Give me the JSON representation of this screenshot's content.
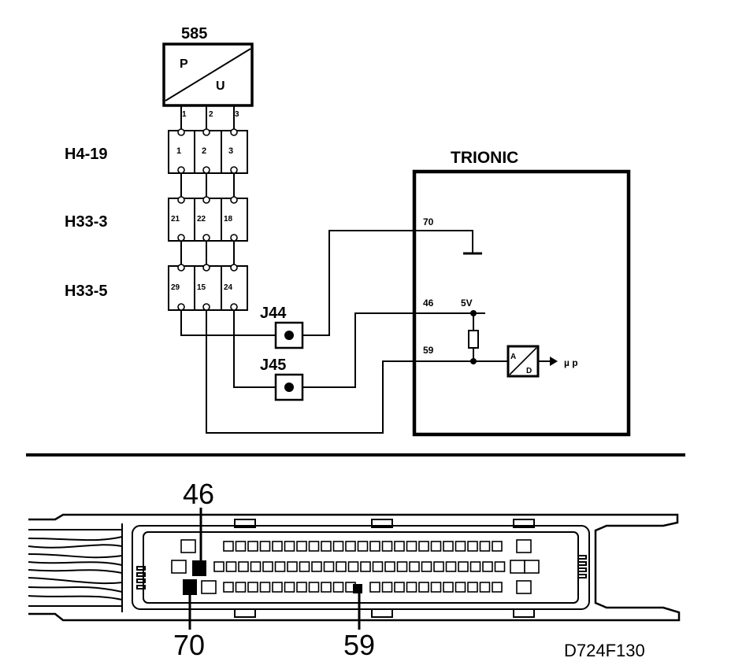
{
  "sensor": {
    "id": "585",
    "in": "P",
    "out": "U",
    "pins": [
      "1",
      "2",
      "3"
    ]
  },
  "connectors": [
    {
      "id": "H4-19",
      "pins": [
        "1",
        "2",
        "3"
      ]
    },
    {
      "id": "H33-3",
      "pins": [
        "21",
        "22",
        "18"
      ]
    },
    {
      "id": "H33-5",
      "pins": [
        "29",
        "15",
        "24"
      ]
    }
  ],
  "junctions": [
    "J44",
    "J45"
  ],
  "ecu": {
    "name": "TRIONIC",
    "pins": [
      "70",
      "46",
      "59"
    ],
    "supply": "5V",
    "adc_in": "A",
    "adc_out": "D",
    "processor": "µ p"
  },
  "connector_view": {
    "pin_callouts": [
      "46",
      "70",
      "59"
    ]
  },
  "figure_code": "D724F130"
}
